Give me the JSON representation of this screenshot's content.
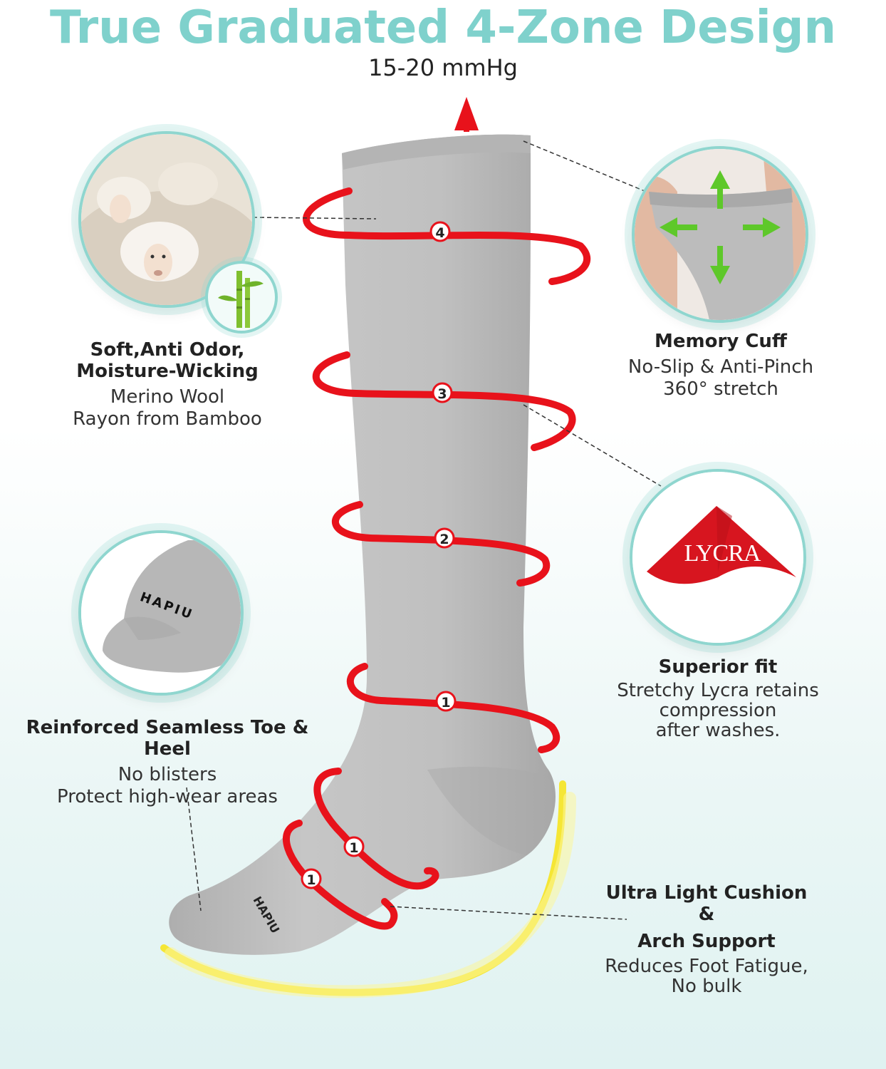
{
  "header": {
    "title": "True Graduated 4-Zone Design",
    "pressure": "15-20 mmHg"
  },
  "zones": {
    "z4": "4",
    "z3": "3",
    "z2": "2",
    "z1_leg": "1",
    "z1_foot_upper": "1",
    "z1_foot_lower": "1"
  },
  "brand": {
    "sock_logo": "HAPIU",
    "toe_logo": "HAPIU",
    "lycra_logo": "LYCRA"
  },
  "features": {
    "material": {
      "title_line1": "Soft,Anti Odor,",
      "title_line2": "Moisture-Wicking",
      "line1": "Merino Wool",
      "line2": "Rayon from Bamboo"
    },
    "cuff": {
      "title": "Memory Cuff",
      "line1": "No-Slip & Anti-Pinch",
      "line2": "360° stretch"
    },
    "fit": {
      "title": "Superior fit",
      "line1": "Stretchy Lycra retains compression",
      "line2": "after washes."
    },
    "toe": {
      "title": "Reinforced Seamless Toe & Heel",
      "line1": "No blisters",
      "line2": "Protect high-wear areas"
    },
    "arch": {
      "title_line1": "Ultra Light Cushion &",
      "title_line2": "Arch Support",
      "line1": "Reduces Foot Fatigue,",
      "line2": "No bulk"
    }
  },
  "colors": {
    "title": "#7fd1cc",
    "ring": "#e8121b",
    "sock": "#bdbdbd",
    "arch_glow": "#f5e52a",
    "circle_border": "#8fd6cf",
    "arrows": "#5ec82a"
  }
}
